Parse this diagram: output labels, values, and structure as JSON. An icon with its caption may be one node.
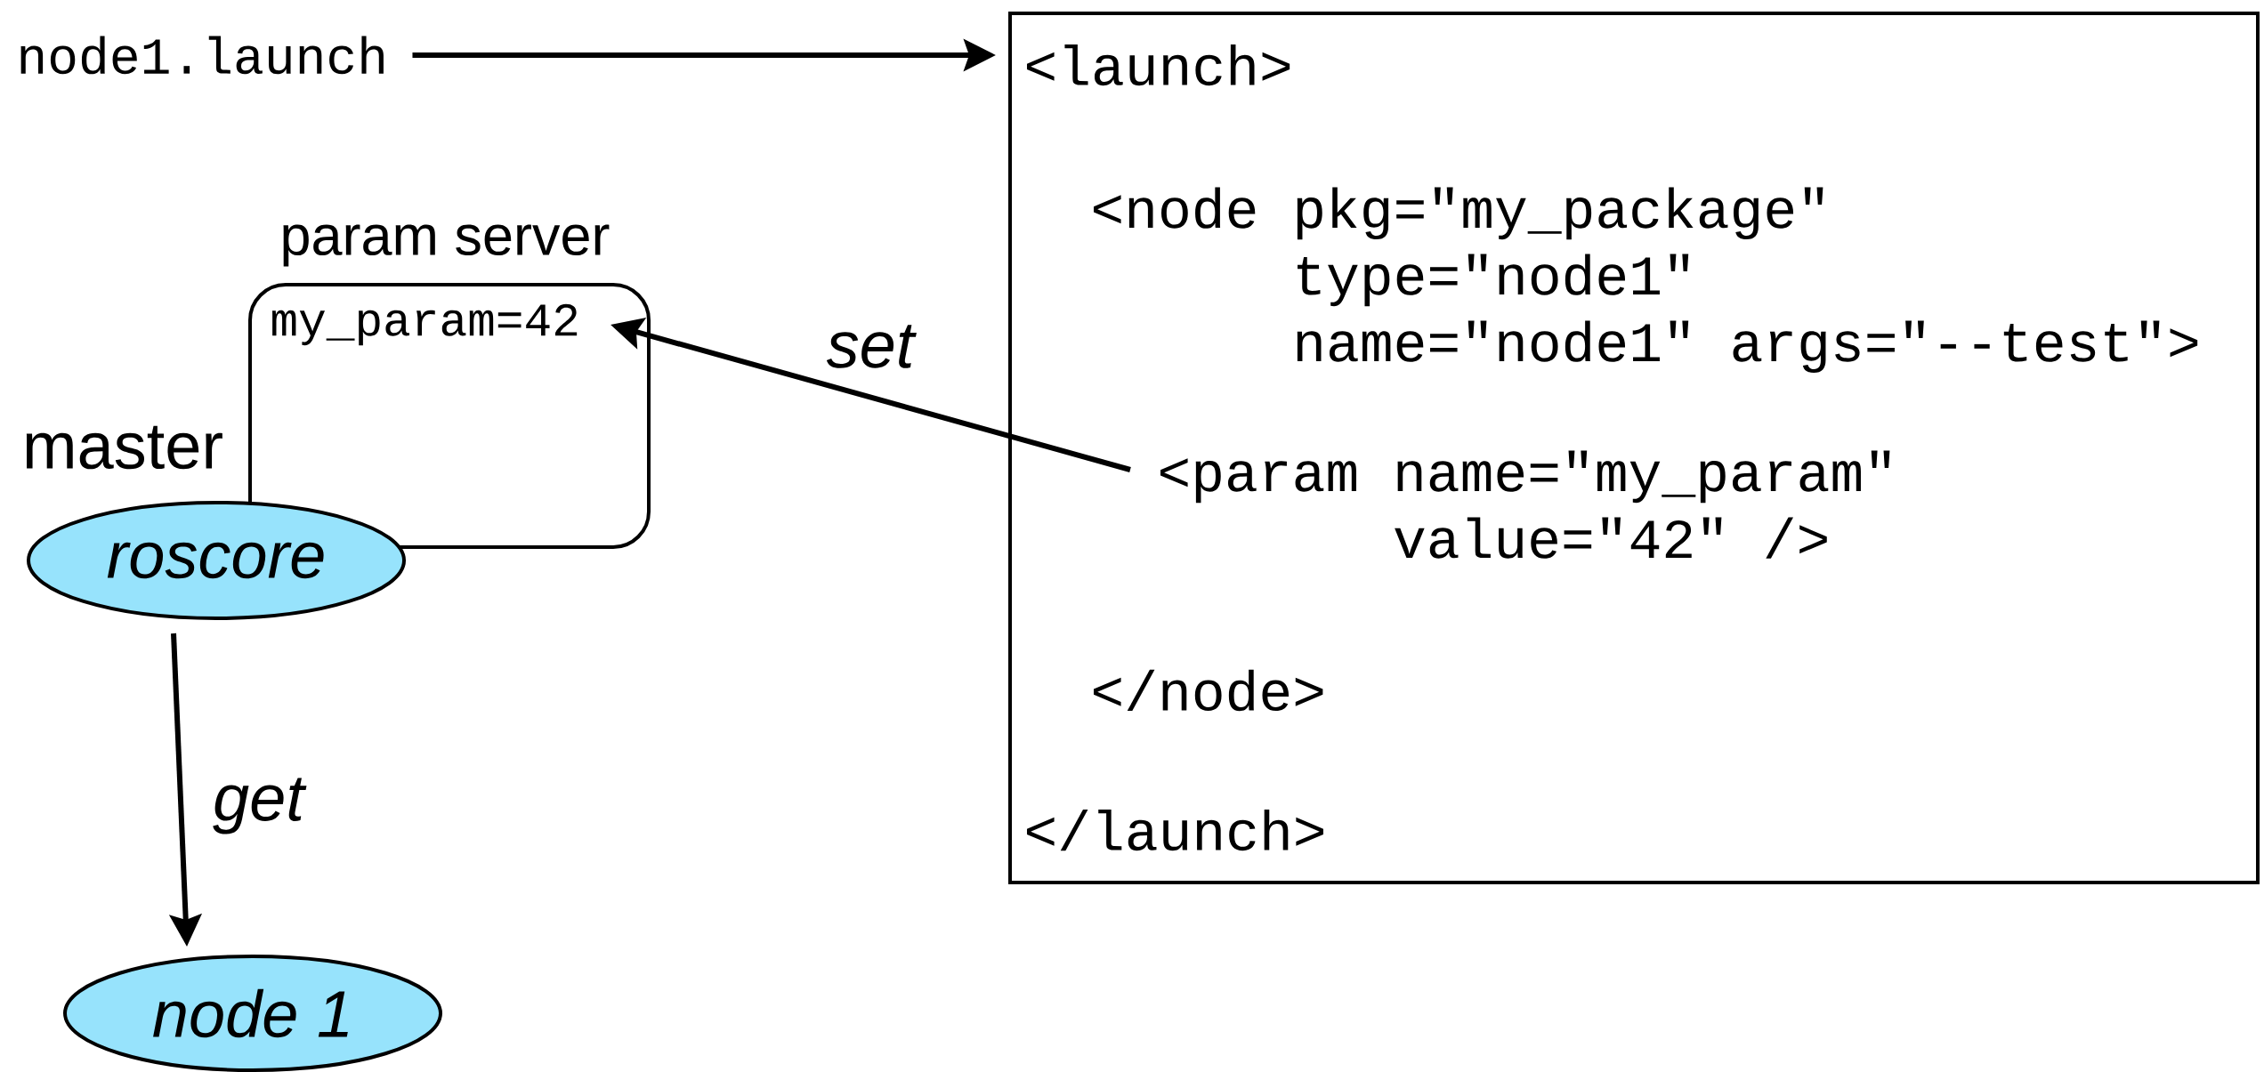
{
  "diagram": {
    "nodes": [
      {
        "text": [
          "node1.launch"
        ]
      },
      {
        "text": [
          "<launch>",
          "<node pkg=\"my_package\" type=\"node1\" name=\"node1\" args=\"--test\">",
          "</node>",
          "</launch>"
        ]
      },
      {
        "text": [
          "<param name=\"my_param\" value=\"42\" />"
        ],
        "in": 1
      },
      {
        "text": [
          "param server",
          "my_param=42"
        ]
      },
      {
        "text": [
          "roscore"
        ],
        "beside": [
          "master"
        ]
      },
      {
        "text": [
          "node 1"
        ]
      }
    ],
    "edges": [
      {
        "from": 0,
        "to": 1,
        "arrow": "to"
      },
      {
        "from": 2,
        "to": 3,
        "arrow": "to",
        "label": "set"
      },
      {
        "from": 4,
        "to": 5,
        "arrow": "to",
        "label": "get"
      }
    ]
  }
}
